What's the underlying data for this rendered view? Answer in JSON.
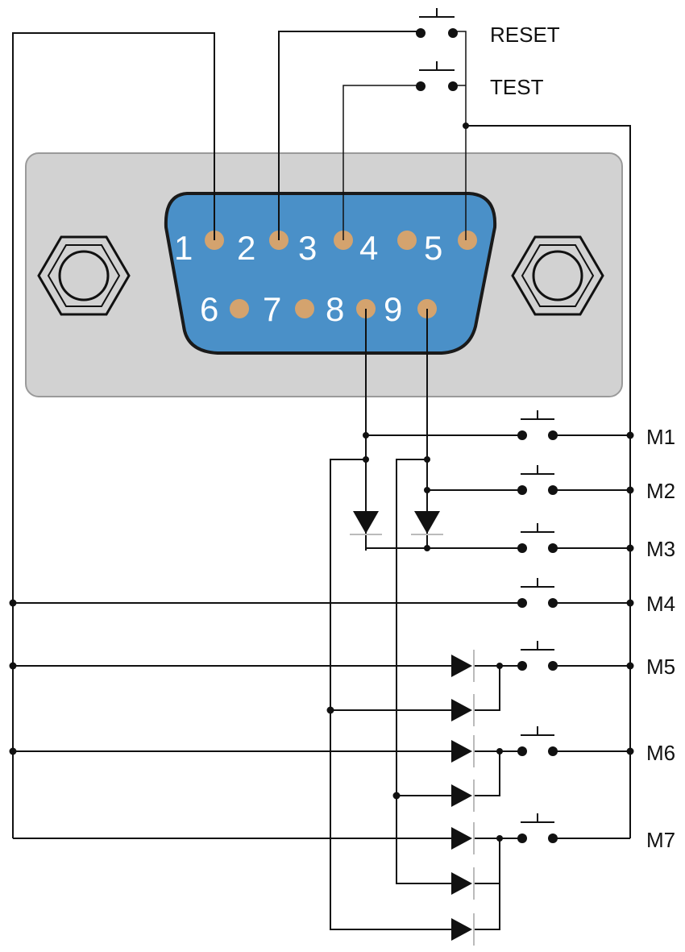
{
  "connector": {
    "shell_color": "#d2d2d2",
    "body_color": "#4a90c8",
    "pin_color": "#d4a36e",
    "pins_top": [
      "1",
      "2",
      "3",
      "4",
      "5"
    ],
    "pins_bottom": [
      "6",
      "7",
      "8",
      "9"
    ]
  },
  "buttons": {
    "reset": "RESET",
    "test": "TEST"
  },
  "switches": [
    "M1",
    "M2",
    "M3",
    "M4",
    "M5",
    "M6",
    "M7"
  ]
}
